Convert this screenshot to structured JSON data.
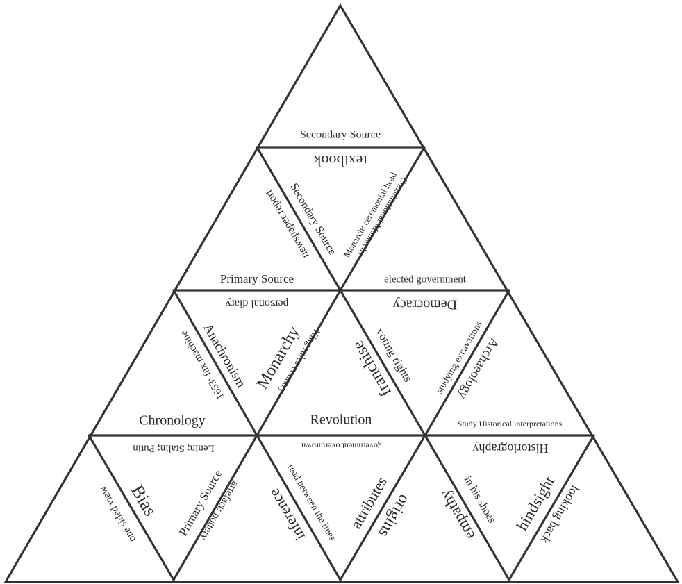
{
  "diagram": {
    "type": "tarsia-triangle-puzzle",
    "line_color": "#333333",
    "text_color": "#2a2a2a",
    "background": "#ffffff",
    "pieces": [
      {
        "id": "row1",
        "labels": [
          "Secondary Source"
        ]
      },
      {
        "id": "row2-left-mid",
        "labels": [
          "Primary Source",
          "newspaper report"
        ]
      },
      {
        "id": "row2-center-inverted",
        "labels": [
          "textbook",
          "Secondary Source",
          "Constitutional Monarchy"
        ]
      },
      {
        "id": "row2-right-mid",
        "labels": [
          "Monarch: ceremonial head",
          "elected government"
        ]
      },
      {
        "id": "row3-a",
        "labels": [
          "Chronology",
          "1653: fax machine"
        ]
      },
      {
        "id": "row3-b-inverted",
        "labels": [
          "personal diary",
          "Anachronism",
          "King rules country"
        ]
      },
      {
        "id": "row3-c",
        "labels": [
          "Monarchy",
          "Revolution",
          "franchise"
        ]
      },
      {
        "id": "row3-d-inverted",
        "labels": [
          "Democracy",
          "voting rights",
          "studying excavations"
        ]
      },
      {
        "id": "row3-e",
        "labels": [
          "Archaeology",
          "Study Historical interpretations"
        ]
      },
      {
        "id": "row4-a",
        "labels": [
          "one sided view"
        ]
      },
      {
        "id": "row4-b-inverted",
        "labels": [
          "Lenin; Stalin; Putin",
          "Bias",
          "artefact: pottery"
        ]
      },
      {
        "id": "row4-c",
        "labels": [
          "Primary Source",
          "inference"
        ]
      },
      {
        "id": "row4-d-inverted",
        "labels": [
          "government overthrown",
          "read between the lines",
          "attributes"
        ]
      },
      {
        "id": "row4-e",
        "labels": [
          "origins",
          "empathy"
        ]
      },
      {
        "id": "row4-f-inverted",
        "labels": [
          "Historiography",
          "in his shoes",
          "hindsight"
        ]
      },
      {
        "id": "row4-g",
        "labels": [
          "looking back"
        ]
      }
    ]
  }
}
